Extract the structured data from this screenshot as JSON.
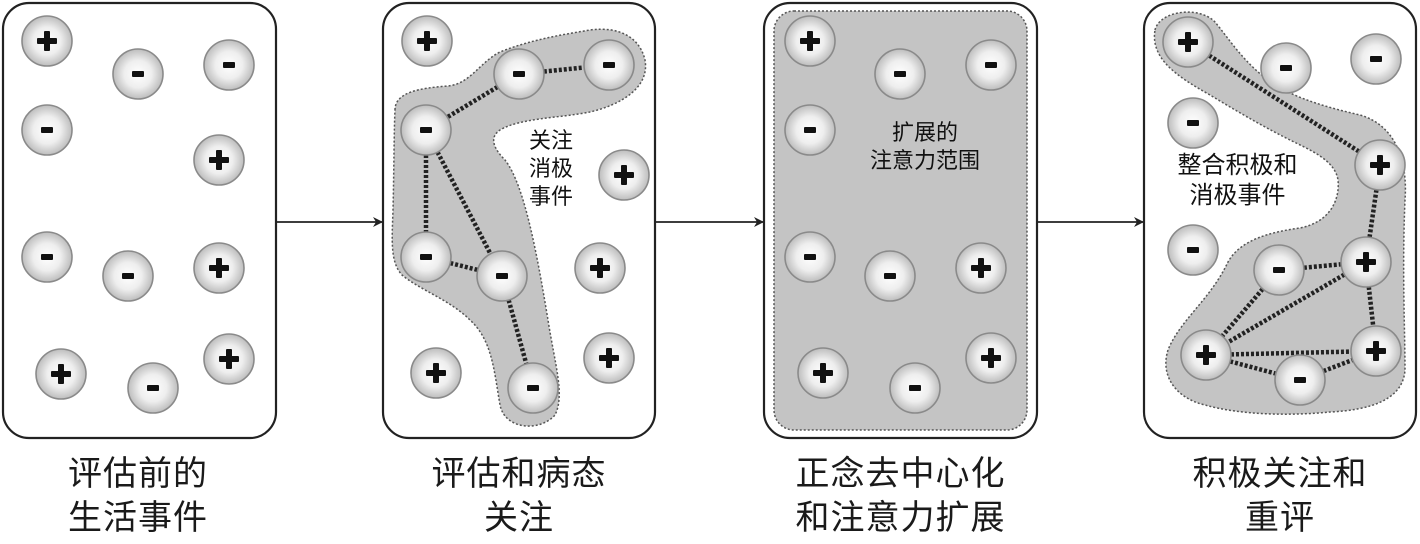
{
  "diagram": {
    "panels": [
      {
        "id": "pre-appraisal",
        "caption_lines": [
          "评估前的",
          "生活事件"
        ],
        "inner_label_lines": [],
        "highlight": "none",
        "events": [
          {
            "sign": "+"
          },
          {
            "sign": "-"
          },
          {
            "sign": "-"
          },
          {
            "sign": "-"
          },
          {
            "sign": "+"
          },
          {
            "sign": "-"
          },
          {
            "sign": "-"
          },
          {
            "sign": "+"
          },
          {
            "sign": "+"
          },
          {
            "sign": "-"
          },
          {
            "sign": "+"
          }
        ],
        "links": []
      },
      {
        "id": "appraisal-perseveration",
        "caption_lines": [
          "评估和病态",
          "关注"
        ],
        "inner_label_lines": [
          "关注",
          "消极",
          "事件"
        ],
        "highlight": "negative-cluster",
        "events": [
          {
            "sign": "+"
          },
          {
            "sign": "-"
          },
          {
            "sign": "-"
          },
          {
            "sign": "-"
          },
          {
            "sign": "+"
          },
          {
            "sign": "-"
          },
          {
            "sign": "-"
          },
          {
            "sign": "+"
          },
          {
            "sign": "+"
          },
          {
            "sign": "-"
          },
          {
            "sign": "+"
          }
        ],
        "links": [
          [
            1,
            2
          ],
          [
            1,
            3
          ],
          [
            3,
            5
          ],
          [
            3,
            6
          ],
          [
            5,
            6
          ],
          [
            6,
            9
          ]
        ]
      },
      {
        "id": "decentering-broadening",
        "caption_lines": [
          "正念去中心化",
          "和注意力扩展"
        ],
        "inner_label_lines": [
          "扩展的",
          "注意力范围"
        ],
        "highlight": "all",
        "events": [
          {
            "sign": "+"
          },
          {
            "sign": "-"
          },
          {
            "sign": "-"
          },
          {
            "sign": "-"
          },
          {
            "sign": "-"
          },
          {
            "sign": "-"
          },
          {
            "sign": "+"
          },
          {
            "sign": "+"
          },
          {
            "sign": "-"
          },
          {
            "sign": "+"
          }
        ],
        "links": []
      },
      {
        "id": "positive-reappraisal",
        "caption_lines": [
          "积极关注和",
          "重评"
        ],
        "inner_label_lines": [
          "整合积极和",
          "消极事件"
        ],
        "highlight": "integrated-cluster",
        "events": [
          {
            "sign": "+"
          },
          {
            "sign": "-"
          },
          {
            "sign": "-"
          },
          {
            "sign": "-"
          },
          {
            "sign": "+"
          },
          {
            "sign": "-"
          },
          {
            "sign": "-"
          },
          {
            "sign": "+"
          },
          {
            "sign": "+"
          },
          {
            "sign": "-"
          },
          {
            "sign": "+"
          }
        ],
        "links": [
          [
            0,
            4
          ],
          [
            4,
            7
          ],
          [
            6,
            7
          ],
          [
            6,
            8
          ],
          [
            7,
            8
          ],
          [
            7,
            10
          ],
          [
            8,
            10
          ],
          [
            8,
            9
          ],
          [
            9,
            10
          ]
        ]
      }
    ],
    "flow": "left-to-right"
  }
}
